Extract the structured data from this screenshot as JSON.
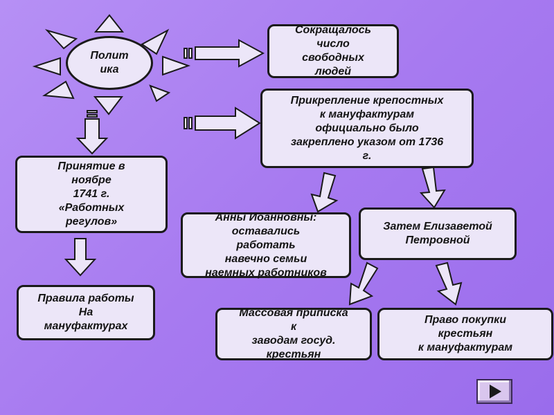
{
  "diagram": {
    "center": "Полит\nика",
    "boxes": {
      "reduced": "Сокращалось\nчисло\nсвободных\nлюдей",
      "attachment": "Прикрепление крепостных\nк мануфактурам\nофициально было\nзакреплено указом  от 1736\nг.",
      "adoption": "Принятие в\nноябре\n1741 г.\n«Работных\nрегулов»",
      "anna": "Анны Иоанновны:\nоставались\nработать\nнавечно семьи\nнаемных работников",
      "elizabeth": "Затем Елизаветой\nПетровной",
      "rules": "Правила работы\nНа\nмануфактурах",
      "mass": "Массовая приписка\nк\nзаводам госуд.\nкрестьян",
      "purchase": "Право покупки\nкрестьян\nк мануфактурам"
    }
  },
  "colors": {
    "background": "#a77af0",
    "box_fill": "#ece6f8",
    "stroke": "#1a1a1a"
  },
  "icons": {
    "nav": "play-triangle-icon"
  }
}
